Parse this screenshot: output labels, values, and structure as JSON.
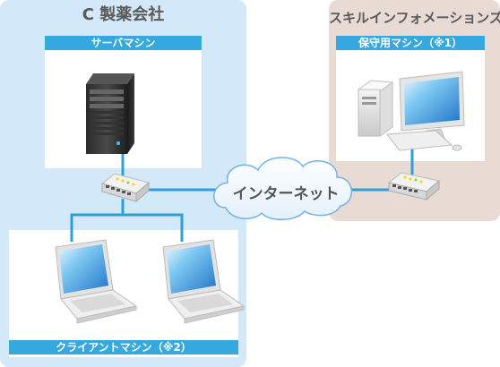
{
  "company_c": {
    "title": "C 製薬会社",
    "server_label": "サーバマシン",
    "client_label": "クライアントマシン（※2）"
  },
  "skill_info": {
    "title": "スキルインフォメーションズ",
    "maintenance_label": "保守用マシン（※1）"
  },
  "internet_label": "インターネット",
  "colors": {
    "company_zone": "#d3e8f8",
    "skill_zone": "#e8dbd4",
    "label_bar": "#34a8df",
    "network_line": "#2f9fd8"
  },
  "icons": {
    "server": "tower-server-icon",
    "hub": "network-hub-icon",
    "desktop": "desktop-pc-icon",
    "laptop": "laptop-icon",
    "cloud": "cloud-icon"
  }
}
